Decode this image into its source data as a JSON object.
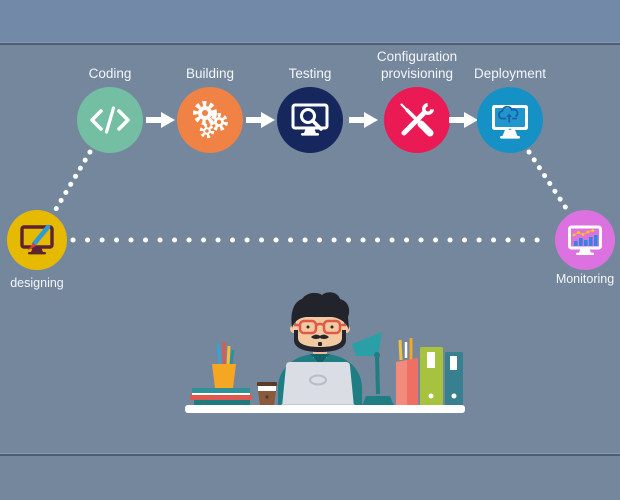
{
  "diagram": {
    "background_color": "#75879D",
    "divider_color": "#4D5F78",
    "connector_color": "#FFFFFF",
    "arrow_color": "#FFFFFF",
    "stages": [
      {
        "label": "Coding",
        "color": "#74BEA3",
        "icon": "code-icon"
      },
      {
        "label": "Building",
        "color": "#EF8244",
        "icon": "gears-icon"
      },
      {
        "label": "Testing",
        "color": "#16275E",
        "icon": "monitor-magnifier-icon"
      },
      {
        "label": "Configuration provisioning",
        "color": "#EA1A55",
        "icon": "wrench-screwdriver-icon"
      },
      {
        "label": "Deployment",
        "color": "#1691C6",
        "icon": "monitor-cloud-upload-icon"
      }
    ],
    "designing": {
      "label": "designing",
      "color": "#E7BA02",
      "icon": "monitor-paintbrush-icon"
    },
    "monitoring": {
      "label": "Monitoring",
      "color": "#DB72DF",
      "icon": "monitor-analytics-icon"
    },
    "illustration": {
      "name": "developer-working-at-desk",
      "elements": [
        "book-stack",
        "pencil-cup",
        "coffee-cup",
        "laptop",
        "developer",
        "desk-lamp",
        "pencil-holder",
        "green-binder",
        "blue-binder",
        "desk"
      ]
    }
  }
}
